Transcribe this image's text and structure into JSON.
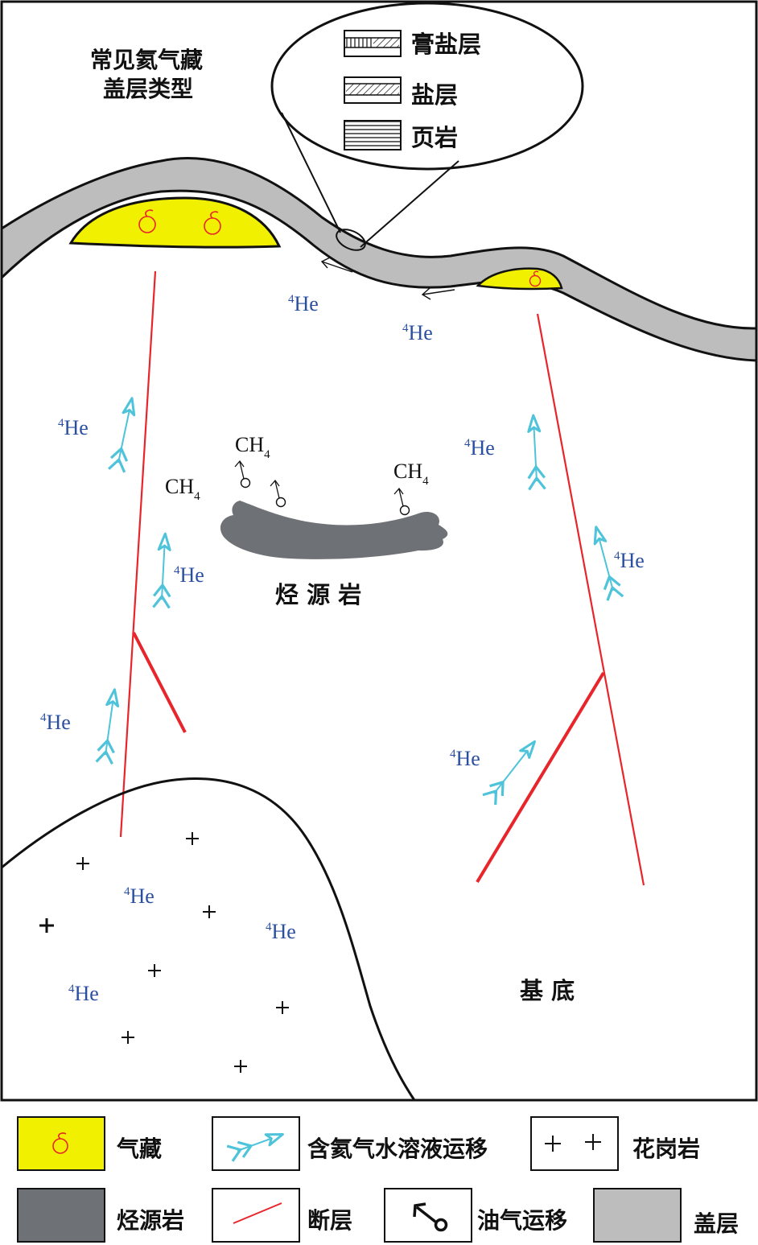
{
  "title": {
    "line1": "常见氦气藏",
    "line2": "盖层类型"
  },
  "caprock_types": [
    {
      "label": "膏盐层",
      "pattern": "vertical-hatch-and-diagonal-hatch"
    },
    {
      "label": "盐层",
      "pattern": "diagonal-hatch"
    },
    {
      "label": "页岩",
      "pattern": "horizontal-lines"
    }
  ],
  "labels": {
    "he": "He",
    "he_sup": "4",
    "ch": "CH",
    "ch_sub": "4",
    "source_rock": "烃 源 岩",
    "basement": "基 底"
  },
  "legend": [
    {
      "label": "气藏",
      "icon": "gas-reservoir-swatch"
    },
    {
      "label": "含氦气水溶液运移",
      "icon": "helium-water-migration-arrow-icon"
    },
    {
      "label": "花岗岩",
      "icon": "granite-plus-icon"
    },
    {
      "label": "烃源岩",
      "icon": "source-rock-swatch"
    },
    {
      "label": "断层",
      "icon": "fault-line-icon"
    },
    {
      "label": "油气运移",
      "icon": "hydrocarbon-migration-arrow-icon"
    },
    {
      "label": "盖层",
      "icon": "caprock-swatch"
    }
  ],
  "colors": {
    "gas_reservoir": "#f0f000",
    "source_rock": "#6e7175",
    "caprock": "#bdbdbd",
    "fault": "#e8252b",
    "helium_arrow": "#4ec3d9",
    "helium_text": "#2a4fa0",
    "reservoir_symbol": "#e8252b"
  }
}
